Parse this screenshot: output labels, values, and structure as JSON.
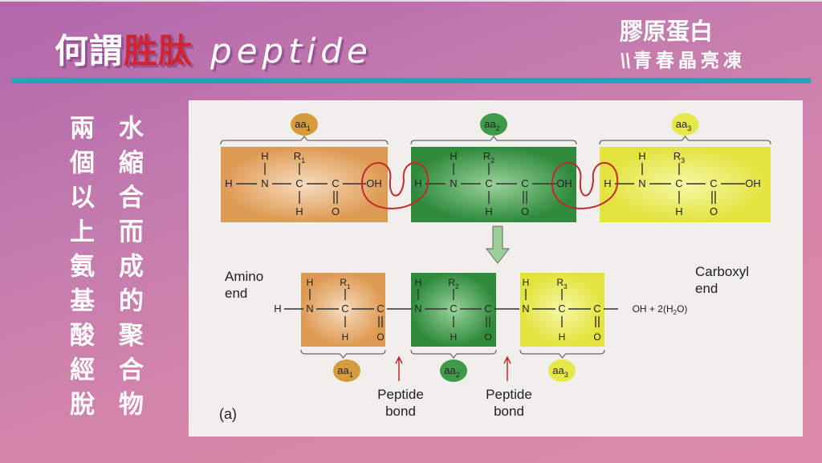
{
  "header": {
    "title_prefix": "何謂",
    "title_highlight": "胜肽",
    "title_en": "peptide",
    "brand_line1": "膠原蛋白",
    "brand_slash": "\\\\",
    "brand_line2": "青春晶亮凍"
  },
  "colors": {
    "accent_bar": "#27a3b9",
    "highlight": "#cf2530",
    "aa1": "#e3a35f",
    "aa2": "#3f9a4a",
    "aa3": "#e6e84a"
  },
  "side_text": {
    "column_left": "兩個以上氨基酸經脫",
    "column_right": "水縮合而成的聚合物"
  },
  "figure": {
    "top_row": [
      {
        "label": "aa",
        "sub": "1",
        "r": "R",
        "rsub": "1",
        "chain": [
          "H",
          "N",
          "C",
          "C",
          "OH"
        ]
      },
      {
        "label": "aa",
        "sub": "2",
        "r": "R",
        "rsub": "2",
        "chain": [
          "H",
          "N",
          "C",
          "C",
          "OH"
        ]
      },
      {
        "label": "aa",
        "sub": "3",
        "r": "R",
        "rsub": "3",
        "chain": [
          "H",
          "N",
          "C",
          "C",
          "OH"
        ]
      }
    ],
    "atoms": {
      "h": "H",
      "o": "O",
      "n": "N",
      "c": "C"
    },
    "bottom_chain": [
      "H",
      "N",
      "C",
      "C",
      "N",
      "C",
      "C",
      "N",
      "C",
      "C"
    ],
    "product_tail": "OH + 2(H",
    "product_sub": "2",
    "product_end": "O)",
    "amino_end": [
      "Amino",
      "end"
    ],
    "carboxyl_end": [
      "Carboxyl",
      "end"
    ],
    "peptide_bond": [
      "Peptide",
      "bond"
    ],
    "panel_label": "(a)"
  }
}
